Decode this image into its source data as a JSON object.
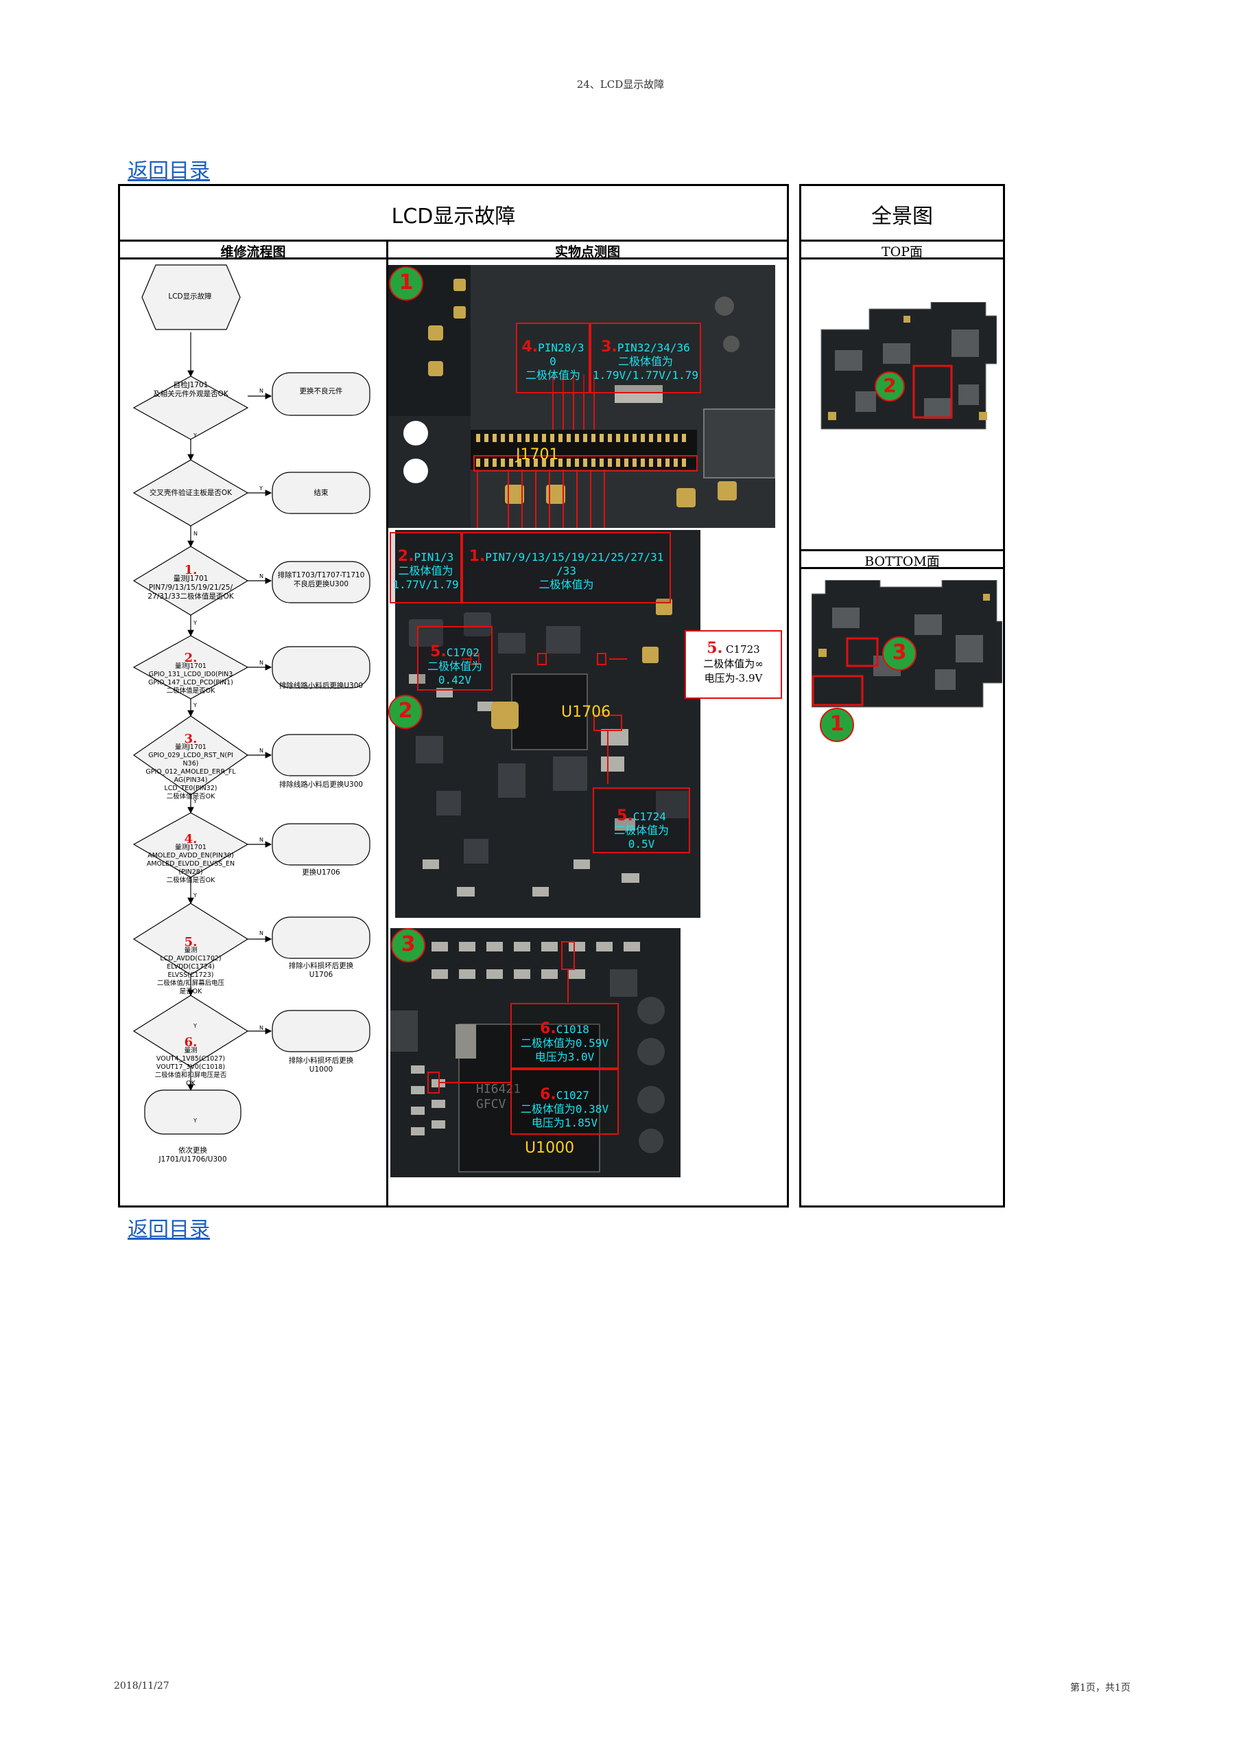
{
  "page_header": "24、LCD显示故障",
  "back_link_top": "返回目录",
  "back_link_bottom": "返回目录",
  "main_title": "LCD显示故障",
  "overview_title": "全景图",
  "col_flow": "维修流程图",
  "col_photo": "实物点测图",
  "top_face": "TOP面",
  "bottom_face": "BOTTOM面",
  "footer_date": "2018/11/27",
  "footer_page": "第1页，共1页",
  "flowchart": {
    "start": "LCD显示故障",
    "d1": "目检J1701\n及相关元件外观是否OK",
    "a1": "更换不良元件",
    "d2": "交叉壳件验证主板是否OK",
    "a2": "结束",
    "d3_num": "1.",
    "d3": "量测J1701\nPIN7/9/13/15/19/21/25/\n27/31/33二极体值是否OK",
    "a3": "排除T1703/T1707-T1710\n不良后更换U300",
    "d4_num": "2.",
    "d4": "量测J1701\nGPIO_131_LCD0_ID0(PIN3\nGPIO_147_LCD_PCD(PIN1)\n二极体值是否OK",
    "a4": "排除线路小料后更换U300",
    "d5_num": "3.",
    "d5": "量测J1701\nGPIO_029_LCD0_RST_N(PI\nN36)\nGPIO_012_AMOLED_ERR_FL\nAG(PIN34)\nLCD_TE0(PIN32)\n二极体值是否OK",
    "a5": "排除线路小料后更换U300",
    "d6_num": "4.",
    "d6": "量测J1701\nAMOLED_AVDD_EN(PIN30)\nAMOLED_ELVDD_ELVSS_EN\n(PIN28)\n二极体值是否OK",
    "a6": "更换U1706",
    "d7_num": "5.",
    "d7": "量测\nLCD_AVDD(C1702)\nELVDD(C1724)\nELVSS(C1723)\n二极体值/扣屏幕后电压\n是否OK",
    "a7": "排除小料损坏后更换\nU1706",
    "d8_num": "6.",
    "d8": "量测\nVOUT4_1V85(C1027)\nVOUT17_3V0(C1018)\n二极体值和扣屏电压是否\nOK",
    "a8": "排除小料损坏后更换\nU1000",
    "end": "依次更换\nJ1701/U1706/U300",
    "yes": "Y",
    "no": "N"
  },
  "photos": {
    "p1_marker": "1",
    "p2_marker": "2",
    "p3_marker": "3",
    "j1701": "J1701",
    "u1706": "U1706",
    "u1000": "U1000",
    "chip_u1000_text": "HI6421\nGFCV",
    "ann4_num": "4.",
    "ann4": "PIN28/3\n0\n二极体值为",
    "ann3_num": "3.",
    "ann3": "PIN32/34/36\n二极体值为\n1.79V/1.77V/1.79",
    "ann2_num": "2.",
    "ann2": "PIN1/3\n二极体值为\n1.77V/1.79",
    "ann1_num": "1.",
    "ann1": "PIN7/9/13/15/19/21/25/27/31\n/33\n二极体值为",
    "c1702_num": "5.",
    "c1702": "C1702\n二极体值为\n0.42V",
    "c1723_num": "5.",
    "c1723_name": "C1723",
    "c1723": "二极体值为∞\n电压为-3.9V",
    "c1724_num": "5.",
    "c1724": "C1724\n二极体值为\n0.5V",
    "c1018_num": "6.",
    "c1018": "C1018\n二极体值为0.59V\n电压为3.0V",
    "c1027_num": "6.",
    "c1027": "C1027\n二极体值为0.38V\n电压为1.85V"
  },
  "overview": {
    "top_marker": "2",
    "bottom_marker_1": "1",
    "bottom_marker_3": "3"
  }
}
